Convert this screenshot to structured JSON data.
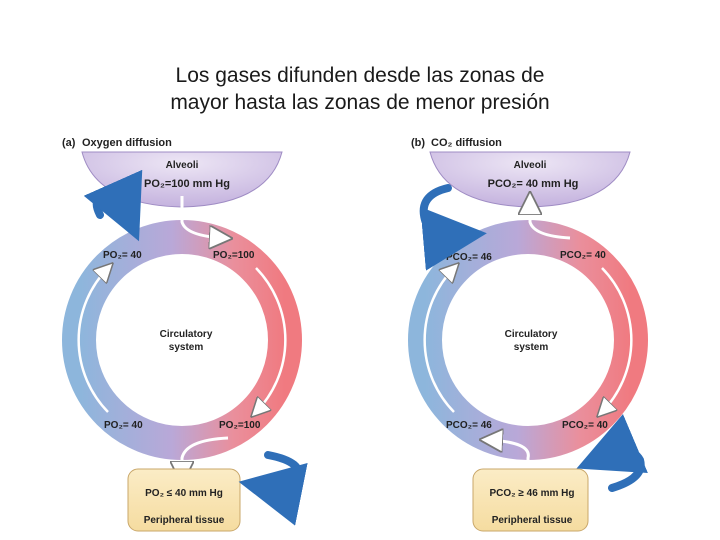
{
  "title": {
    "line1": "Los gases difunden desde las zonas de",
    "line2": "mayor hasta las zonas de menor presión"
  },
  "colors": {
    "oxygenated": "#f07a80",
    "deoxygenated": "#8db6dc",
    "alveoli": "#cbbbe2",
    "tissue": "#f8e4b0",
    "curved_arrow": "#2f6fb8"
  },
  "panels": [
    {
      "id": "a",
      "label_letter": "(a)",
      "label_text": "Oxygen diffusion",
      "alveoli_label": "Alveoli",
      "alveoli_pressure": "PO₂=100 mm Hg",
      "circulatory_label_line1": "Circulatory",
      "circulatory_label_line2": "system",
      "top_left_value": "PO₂= 40",
      "top_right_value": "PO₂=100",
      "bottom_left_value": "PO₂= 40",
      "bottom_right_value": "PO₂=100",
      "tissue_pressure": "PO₂ ≤ 40 mm Hg",
      "tissue_label": "Peripheral tissue"
    },
    {
      "id": "b",
      "label_letter": "(b)",
      "label_text": "CO₂ diffusion",
      "alveoli_label": "Alveoli",
      "alveoli_pressure": "PCO₂= 40 mm Hg",
      "circulatory_label_line1": "Circulatory",
      "circulatory_label_line2": "system",
      "top_left_value": "PCO₂= 46",
      "top_right_value": "PCO₂= 40",
      "bottom_left_value": "PCO₂= 46",
      "bottom_right_value": "PCO₂= 40",
      "tissue_pressure": "PCO₂ ≥ 46 mm Hg",
      "tissue_label": "Peripheral tissue"
    }
  ]
}
